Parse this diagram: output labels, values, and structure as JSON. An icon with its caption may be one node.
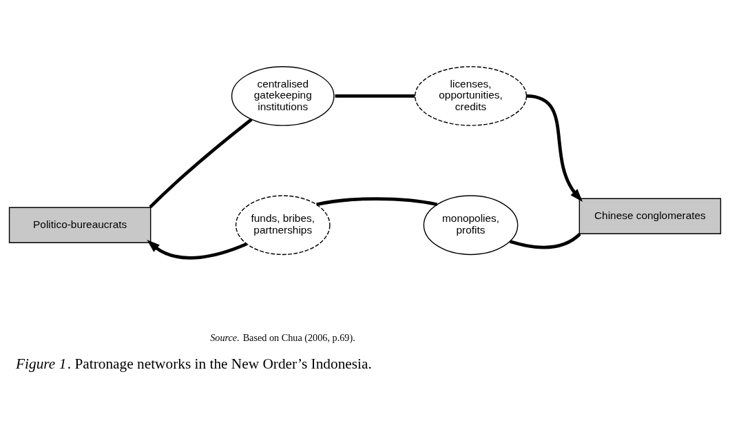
{
  "diagram": {
    "caption": "*Figure 1*. Patronage networks in the New Order’s Indonesia.",
    "nodes": [
      {
        "text": [
          "Politico-bureaucrats"
        ]
      },
      {
        "text": [
          "centralised gatekeeping institutions"
        ]
      },
      {
        "text": [
          "licenses, opportunities, credits"
        ]
      },
      {
        "text": [
          "Chinese conglomerates"
        ]
      },
      {
        "text": [
          "monopolies, profits"
        ]
      },
      {
        "text": [
          "funds, bribes, partnerships"
        ]
      }
    ],
    "edges": [
      {
        "from": 0,
        "to": 1,
        "arrow": "none"
      },
      {
        "from": 1,
        "to": 2,
        "arrow": "none"
      },
      {
        "from": 2,
        "to": 3,
        "arrow": "to"
      },
      {
        "from": 3,
        "to": 4,
        "arrow": "none"
      },
      {
        "from": 4,
        "to": 5,
        "arrow": "none"
      },
      {
        "from": 5,
        "to": 0,
        "arrow": "to"
      }
    ],
    "labels": [
      "*Source.* Based on Chua (2006, p.69)."
    ]
  }
}
